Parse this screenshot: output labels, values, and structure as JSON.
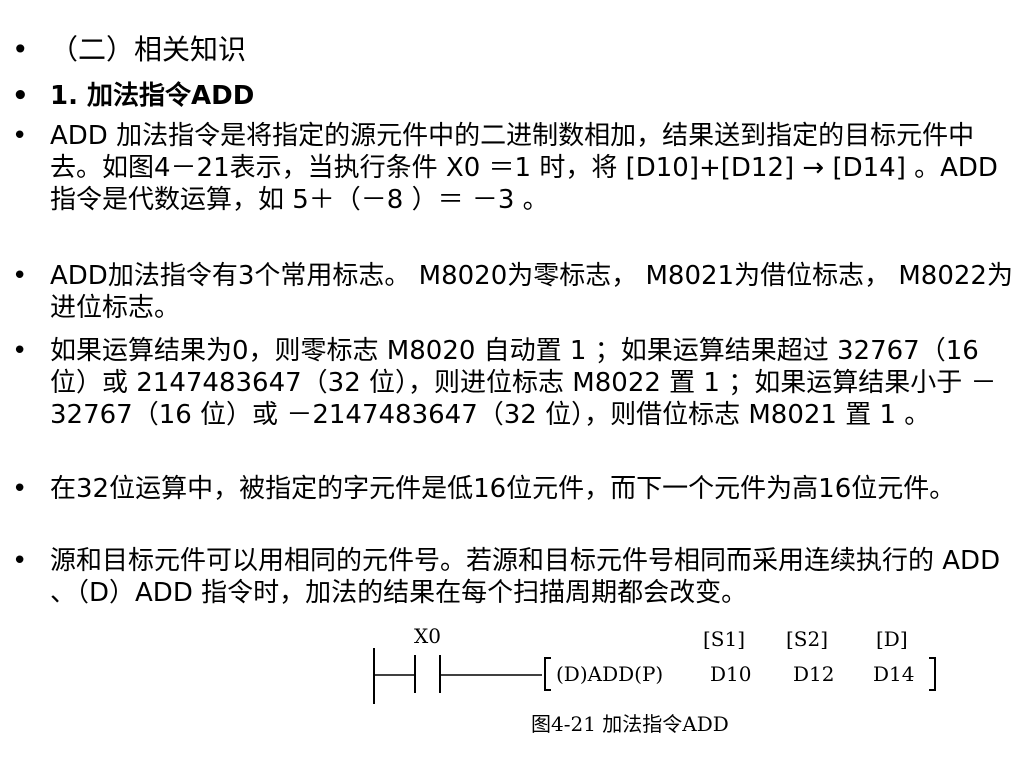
{
  "bullets": [
    "（二）相关知识",
    "1. 加法指令ADD",
    "ADD 加法指令是将指定的源元件中的二进制数相加，结果送到指定的目标元件中去。如图4－21表示，当执行条件 X0 ＝1 时，将 [D10]+[D12] → [D14] 。ADD指令是代数运算，如 5＋（－8 ）＝ －3 。",
    "ADD加法指令有3个常用标志。 M8020为零标志， M8021为借位标志， M8022为进位标志。",
    "如果运算结果为0，则零标志 M8020 自动置 1 ；如果运算结果超过 32767（16位）或 2147483647（32 位），则进位标志 M8022 置 1 ；如果运算结果小于 －32767（16 位）或 －2147483647（32 位），则借位标志 M8021 置 1 。",
    "在32位运算中，被指定的字元件是低16位元件，而下一个元件为高16位元件。",
    "源和目标元件可以用相同的元件号。若源和目标元件号相同而采用连续执行的 ADD 、（D）ADD 指令时，加法的结果在每个扫描周期都会改变。"
  ],
  "bullet_symbol": "•",
  "figure": {
    "contact_label": "X0",
    "s1_label": "[S1]",
    "s2_label": "[S2]",
    "d_label": "[D]",
    "instruction": "(D)ADD(P)",
    "s1_value": "D10",
    "s2_value": "D12",
    "d_value": "D14",
    "caption": "图4-21  加法指令ADD"
  }
}
